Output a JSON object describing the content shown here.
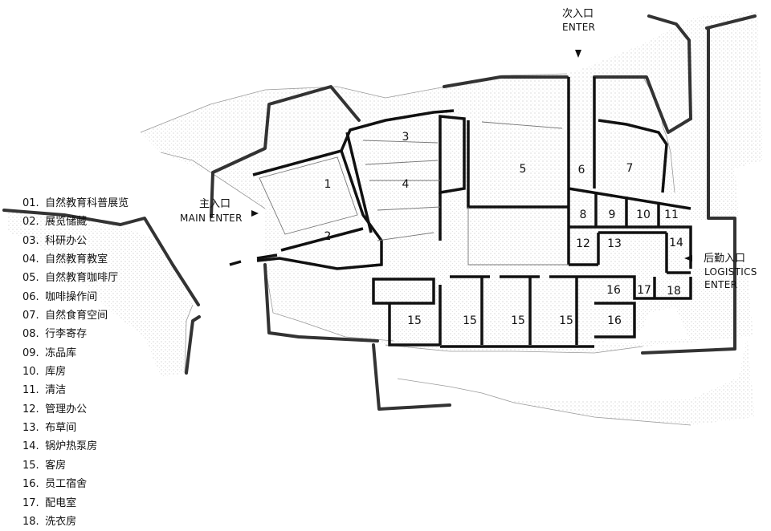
{
  "legend": [
    {
      "num": "01.",
      "text": "自然教育科普展览"
    },
    {
      "num": "02.",
      "text": "展览储藏"
    },
    {
      "num": "03.",
      "text": "科研办公"
    },
    {
      "num": "04.",
      "text": "自然教育教室"
    },
    {
      "num": "05.",
      "text": "自然教育咖啡厅"
    },
    {
      "num": "06.",
      "text": "咖啡操作间"
    },
    {
      "num": "07.",
      "text": "自然食育空间"
    },
    {
      "num": "08.",
      "text": "行李寄存"
    },
    {
      "num": "09.",
      "text": "冻品库"
    },
    {
      "num": "10.",
      "text": "库房"
    },
    {
      "num": "11.",
      "text": "清洁"
    },
    {
      "num": "12.",
      "text": "管理办公"
    },
    {
      "num": "13.",
      "text": "布草间"
    },
    {
      "num": "14.",
      "text": "锅炉热泵房"
    },
    {
      "num": "15.",
      "text": "客房"
    },
    {
      "num": "16.",
      "text": "员工宿舍"
    },
    {
      "num": "17.",
      "text": "配电室"
    },
    {
      "num": "18.",
      "text": "洗衣房"
    }
  ],
  "entrances": {
    "main": {
      "cn": "主入口",
      "en": "MAIN ENTER"
    },
    "secondary": {
      "cn": "次入口",
      "en": "ENTER"
    },
    "logistics": {
      "cn": "后勤入口",
      "en1": "LOGISTICS",
      "en2": "ENTER"
    }
  },
  "rooms": [
    "1",
    "2",
    "3",
    "4",
    "5",
    "6",
    "7",
    "8",
    "9",
    "10",
    "11",
    "12",
    "13",
    "14",
    "15",
    "15",
    "15",
    "15",
    "16",
    "16",
    "17",
    "18"
  ]
}
